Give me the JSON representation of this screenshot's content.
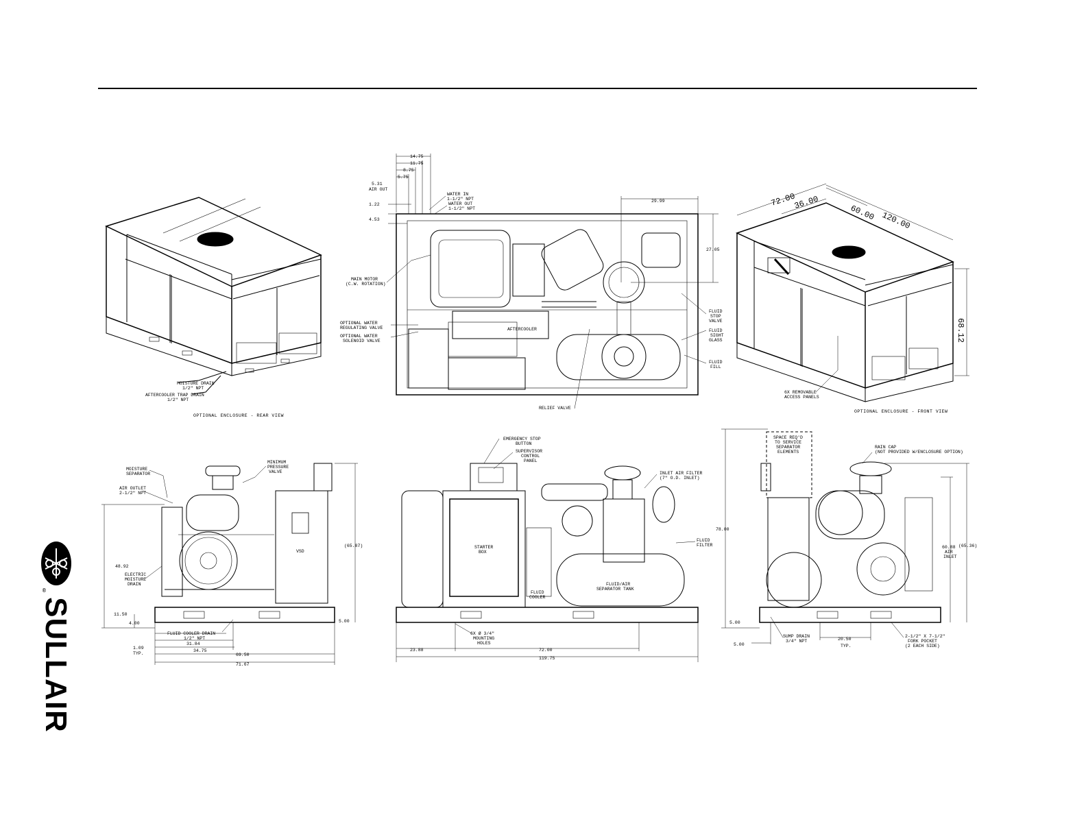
{
  "brand": {
    "name": "SULLAIR"
  },
  "views": {
    "rear_iso": {
      "caption": "OPTIONAL ENCLOSURE - REAR VIEW",
      "labels": {
        "moisture_drain": [
          "MOISTURE DRAIN",
          "1/2\" NPT"
        ],
        "aftercooler_trap": [
          "AFTERCOOLER TRAP DRAIN",
          "1/2\" NPT"
        ]
      }
    },
    "front_iso": {
      "caption": "OPTIONAL ENCLOSURE - FRONT VIEW",
      "dims": {
        "d72": "72.00",
        "d36": "36.00",
        "d60": "60.00",
        "d120": "120.00",
        "d68": "68.12"
      },
      "labels": {
        "panels": [
          "6X REMOVABLE",
          "ACCESS PANELS"
        ]
      }
    },
    "top": {
      "dims": {
        "d1475": "14.75",
        "d1175": "11.75",
        "d875": "8.75",
        "d575": "5.75",
        "d531": "5.31",
        "air_out": "AIR OUT",
        "d122": "1.22",
        "d453": "4.53",
        "d2999": "29.99",
        "d2705": "27.05"
      },
      "labels": {
        "water_in": [
          "WATER IN",
          "1-1/2\" NPT"
        ],
        "water_out": [
          "WATER OUT",
          "1-1/2\" NPT"
        ],
        "main_motor": [
          "MAIN MOTOR",
          "(C.W. ROTATION)"
        ],
        "reg_valve": [
          "OPTIONAL WATER",
          "REGULATING VALVE"
        ],
        "sol_valve": [
          "OPTIONAL WATER",
          "SOLENOID VALVE"
        ],
        "aftercooler": "AFTERCOOLER",
        "stop_valve": [
          "FLUID",
          "STOP",
          "VALVE"
        ],
        "sight_glass": [
          "FLUID",
          "SIGHT",
          "GLASS"
        ],
        "fluid_fill": [
          "FLUID",
          "FILL"
        ],
        "relief_valve": "RELIEF VALVE"
      }
    },
    "left": {
      "labels": {
        "moisture_sep": [
          "MOISTURE",
          "SEPARATOR"
        ],
        "air_outlet": [
          "AIR OUTLET",
          "2-1/2\" NPT"
        ],
        "min_pressure": [
          "MINIMUM",
          "PRESSURE",
          "VALVE"
        ],
        "electric_drain": [
          "ELECTRIC",
          "MOISTURE",
          "DRAIN"
        ],
        "vsd": "VSD",
        "cooler_drain": [
          "FLUID COOLER DRAIN",
          "1/2\" NPT"
        ],
        "typ": "TYP."
      },
      "dims": {
        "d4892": "48.92",
        "d6587": "(65.87)",
        "d1150": "11.50",
        "d400": "4.00",
        "d500": "5.00",
        "d3184": "31.84",
        "d3475": "34.75",
        "d109": "1.09",
        "d6950": "69.50",
        "d7167": "71.67"
      }
    },
    "center": {
      "labels": {
        "estop": [
          "EMERGENCY STOP",
          "BUTTON"
        ],
        "supervisor": [
          "SUPERVISOR",
          "CONTROL",
          "PANEL"
        ],
        "inlet_filter": [
          "INLET AIR FILTER",
          "(7\" O.D. INLET)"
        ],
        "fluid_filter": [
          "FLUID",
          "FILTER"
        ],
        "starter": [
          "STARTER",
          "BOX"
        ],
        "fluid_cooler": [
          "FLUID",
          "COOLER"
        ],
        "sep_tank": [
          "FLUID/AIR",
          "SEPARATOR TANK"
        ],
        "mounting": [
          "6X Ø 3/4\"",
          "MOUNTING",
          "HOLES"
        ]
      },
      "dims": {
        "d2388": "23.88",
        "d7200": "72.00",
        "d11975": "119.75"
      }
    },
    "right": {
      "labels": {
        "space": [
          "SPACE REQ'D",
          "TO SERVICE",
          "SEPARATOR",
          "ELEMENTS"
        ],
        "rain_cap": [
          "RAIN CAP",
          "(NOT PROVIDED W/ENCLOSURE OPTION)"
        ],
        "air_inlet": [
          "AIR",
          "INLET"
        ],
        "sump": [
          "SUMP DRAIN",
          "3/4\" NPT"
        ],
        "fork": [
          "2-1/2\" X 7-1/2\"",
          "FORK POCKET",
          "(2 EACH SIDE)"
        ],
        "typ": "TYP."
      },
      "dims": {
        "d7800": "78.00",
        "d6088": "60.88",
        "d6536": "(65.36)",
        "d500a": "5.00",
        "d500b": "5.00",
        "d2050": "20.50"
      }
    }
  }
}
